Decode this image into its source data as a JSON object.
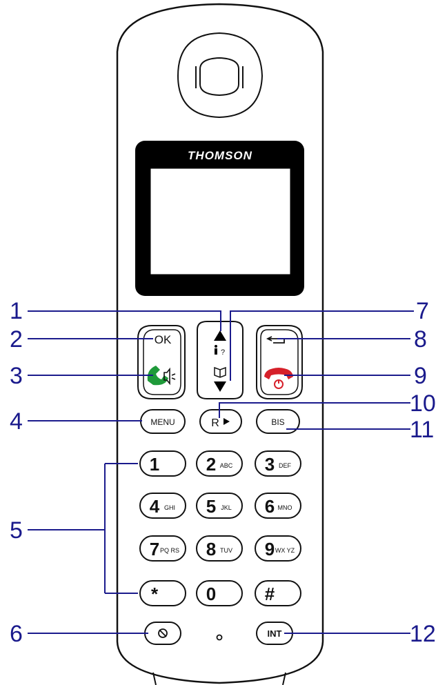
{
  "brand": "THOMSON",
  "colors": {
    "callout": "#1a1a8c",
    "call_green": "#1f9a3a",
    "hangup_red": "#d6202a"
  },
  "keys": {
    "ok": "OK",
    "menu": "MENU",
    "r": "R",
    "bis": "BIS",
    "int": "INT",
    "digits": [
      {
        "num": "1",
        "sub": ""
      },
      {
        "num": "2",
        "sub": "ABC"
      },
      {
        "num": "3",
        "sub": "DEF"
      },
      {
        "num": "4",
        "sub": "GHI"
      },
      {
        "num": "5",
        "sub": "JKL"
      },
      {
        "num": "6",
        "sub": "MNO"
      },
      {
        "num": "7",
        "sub": "PQ RS"
      },
      {
        "num": "8",
        "sub": "TUV"
      },
      {
        "num": "9",
        "sub": "WX YZ"
      },
      {
        "num": "*",
        "sub": ""
      },
      {
        "num": "0",
        "sub": ""
      },
      {
        "num": "#",
        "sub": ""
      }
    ]
  },
  "callouts": {
    "c1": "1",
    "c2": "2",
    "c3": "3",
    "c4": "4",
    "c5": "5",
    "c6": "6",
    "c7": "7",
    "c8": "8",
    "c9": "9",
    "c10": "10",
    "c11": "11",
    "c12": "12"
  }
}
